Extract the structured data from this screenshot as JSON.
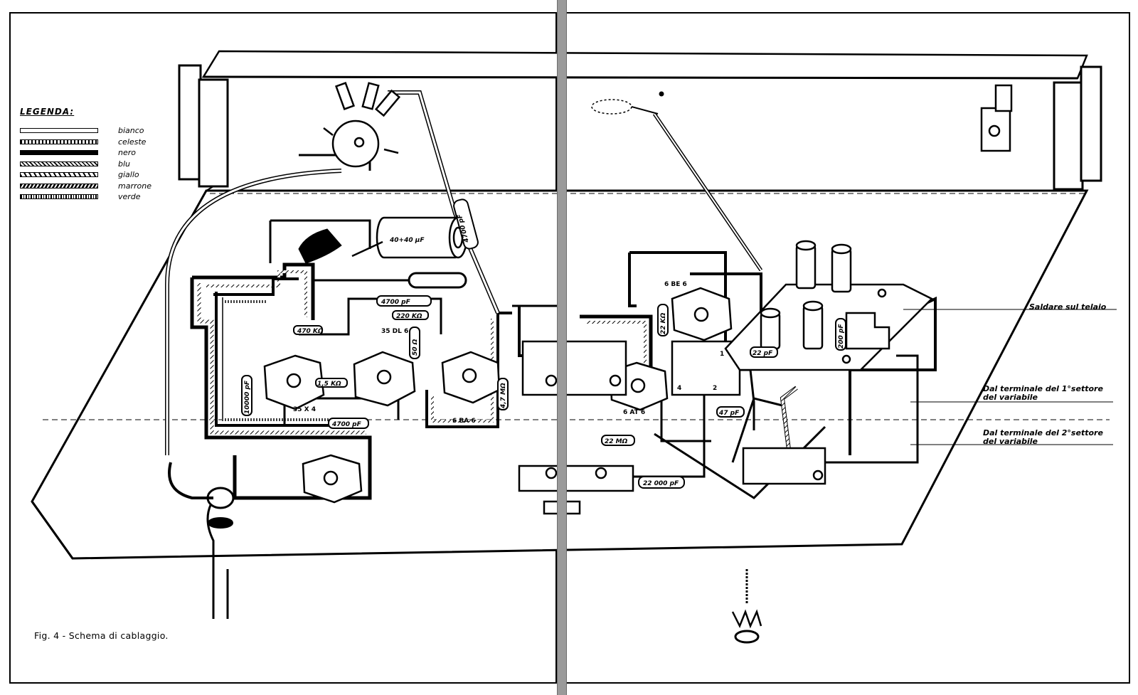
{
  "legend": {
    "title": "LEGENDA:",
    "items": [
      {
        "label": "bianco",
        "pattern": "solid-white"
      },
      {
        "label": "celeste",
        "pattern": "vertical-ticks"
      },
      {
        "label": "nero",
        "pattern": "solid-black"
      },
      {
        "label": "blu",
        "pattern": "cross-hatch"
      },
      {
        "label": "giallo",
        "pattern": "diagonal-hatch"
      },
      {
        "label": "marrone",
        "pattern": "dense-diagonal"
      },
      {
        "label": "verde",
        "pattern": "double-ticks"
      }
    ]
  },
  "caption": "Fig. 4 - Schema di cablaggio.",
  "annotations": {
    "saldare": "Saldare sul telaio",
    "variabile1_line1": "Dal terminale del 1°settore",
    "variabile1_line2": "del variabile",
    "variabile2_line1": "Dal terminale del 2°settore",
    "variabile2_line2": "del variabile"
  },
  "tubes": {
    "t35x4": "35 X 4",
    "t35dl6": "35 DL 6",
    "t6ba6": "6 BA 6",
    "t6be6": "6 BE 6",
    "t6at6": "6 AT 6"
  },
  "components": {
    "c40": "40+40 µF",
    "c4700_top": "4700 pF",
    "c4700_mid": "4700 pF",
    "c4700_low": "4700 pF",
    "r220k": "220 KΩ",
    "r470k": "470 KΩ",
    "r15k": "1,5 KΩ",
    "c10000": "10000 pF",
    "r50": "50 Ω",
    "r47m": "4,7 MΩ",
    "r22m": "22 MΩ",
    "c22000": "22 000 pF",
    "r22k": "22 KΩ",
    "c22pf": "22 pF",
    "c47pf": "47 pF",
    "c200": "200 pF"
  },
  "pins": {
    "p1": "1",
    "p2": "2",
    "p4": "4"
  },
  "colors": {
    "ink": "#000000",
    "paper": "#ffffff",
    "gutter": "#9a9a9a"
  }
}
